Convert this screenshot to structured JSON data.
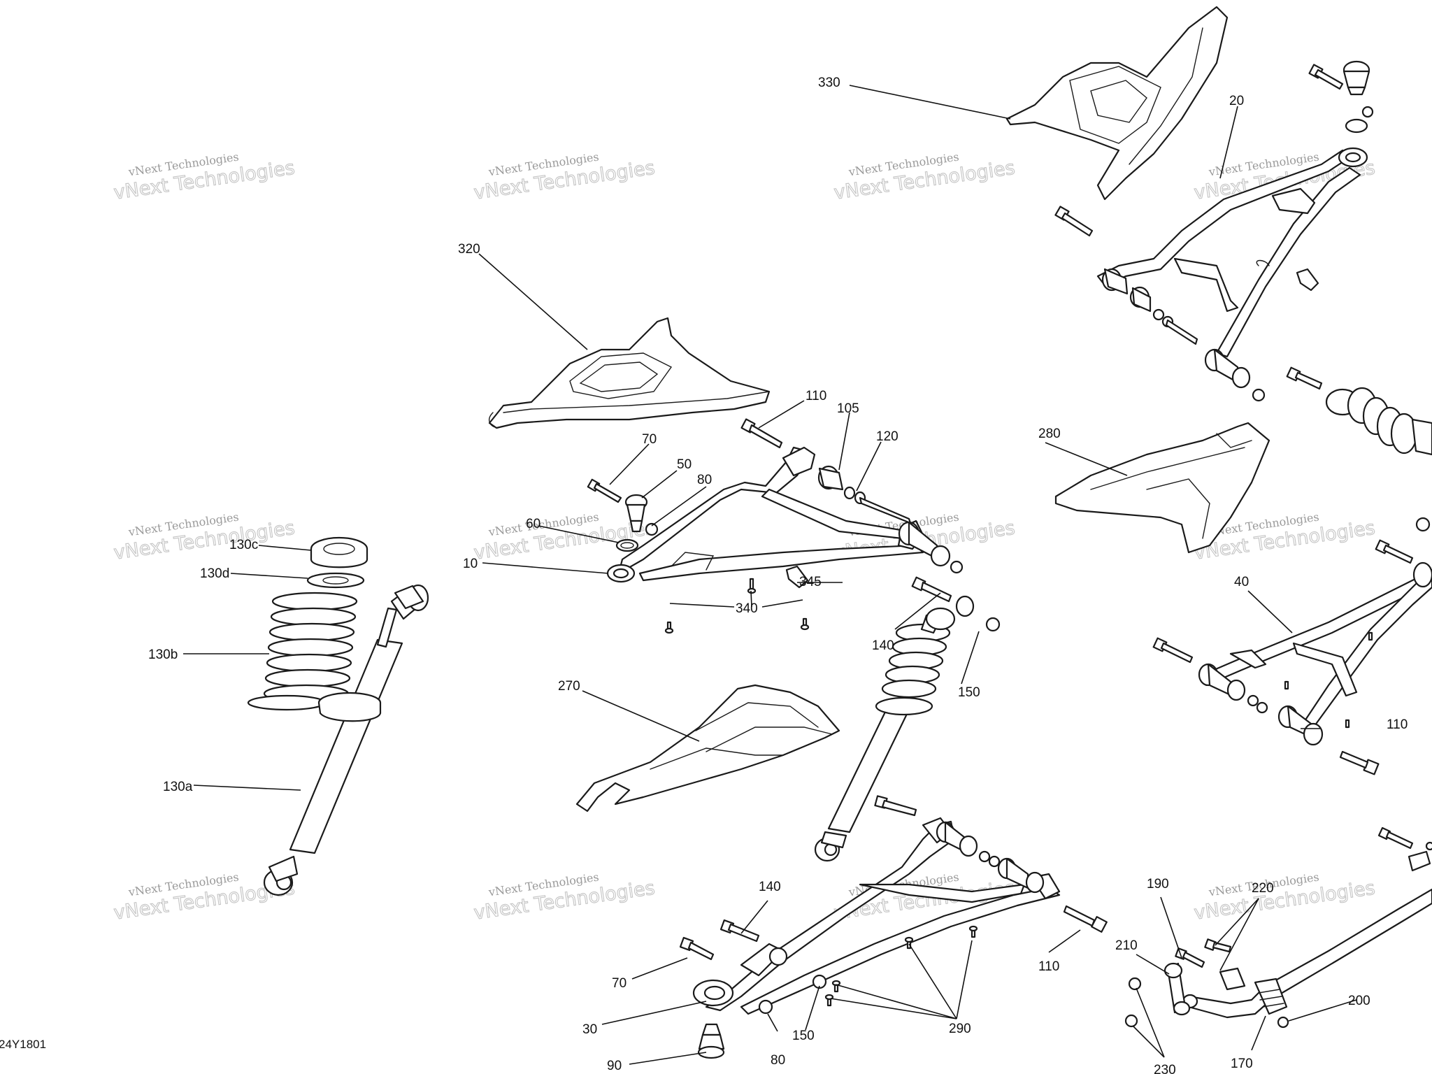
{
  "drawing_code": "24Y1801",
  "watermark": {
    "line1": "vNext Technologies",
    "line2": "vNext Technologies"
  },
  "callouts": {
    "p10": "10",
    "p20": "20",
    "p30": "30",
    "p40": "40",
    "p50": "50",
    "p60": "60",
    "p70a": "70",
    "p70b": "70",
    "p80a": "80",
    "p80b": "80",
    "p90": "90",
    "p105": "105",
    "p110a": "110",
    "p110b": "110",
    "p110c": "110",
    "p120": "120",
    "p130a": "130a",
    "p130b": "130b",
    "p130c": "130c",
    "p130d": "130d",
    "p140a": "140",
    "p140b": "140",
    "p150a": "150",
    "p150b": "150",
    "p170": "170",
    "p190": "190",
    "p200": "200",
    "p210": "210",
    "p220": "220",
    "p230": "230",
    "p270": "270",
    "p280": "280",
    "p290": "290",
    "p320": "320",
    "p330": "330",
    "p340": "340",
    "p345": "345"
  }
}
